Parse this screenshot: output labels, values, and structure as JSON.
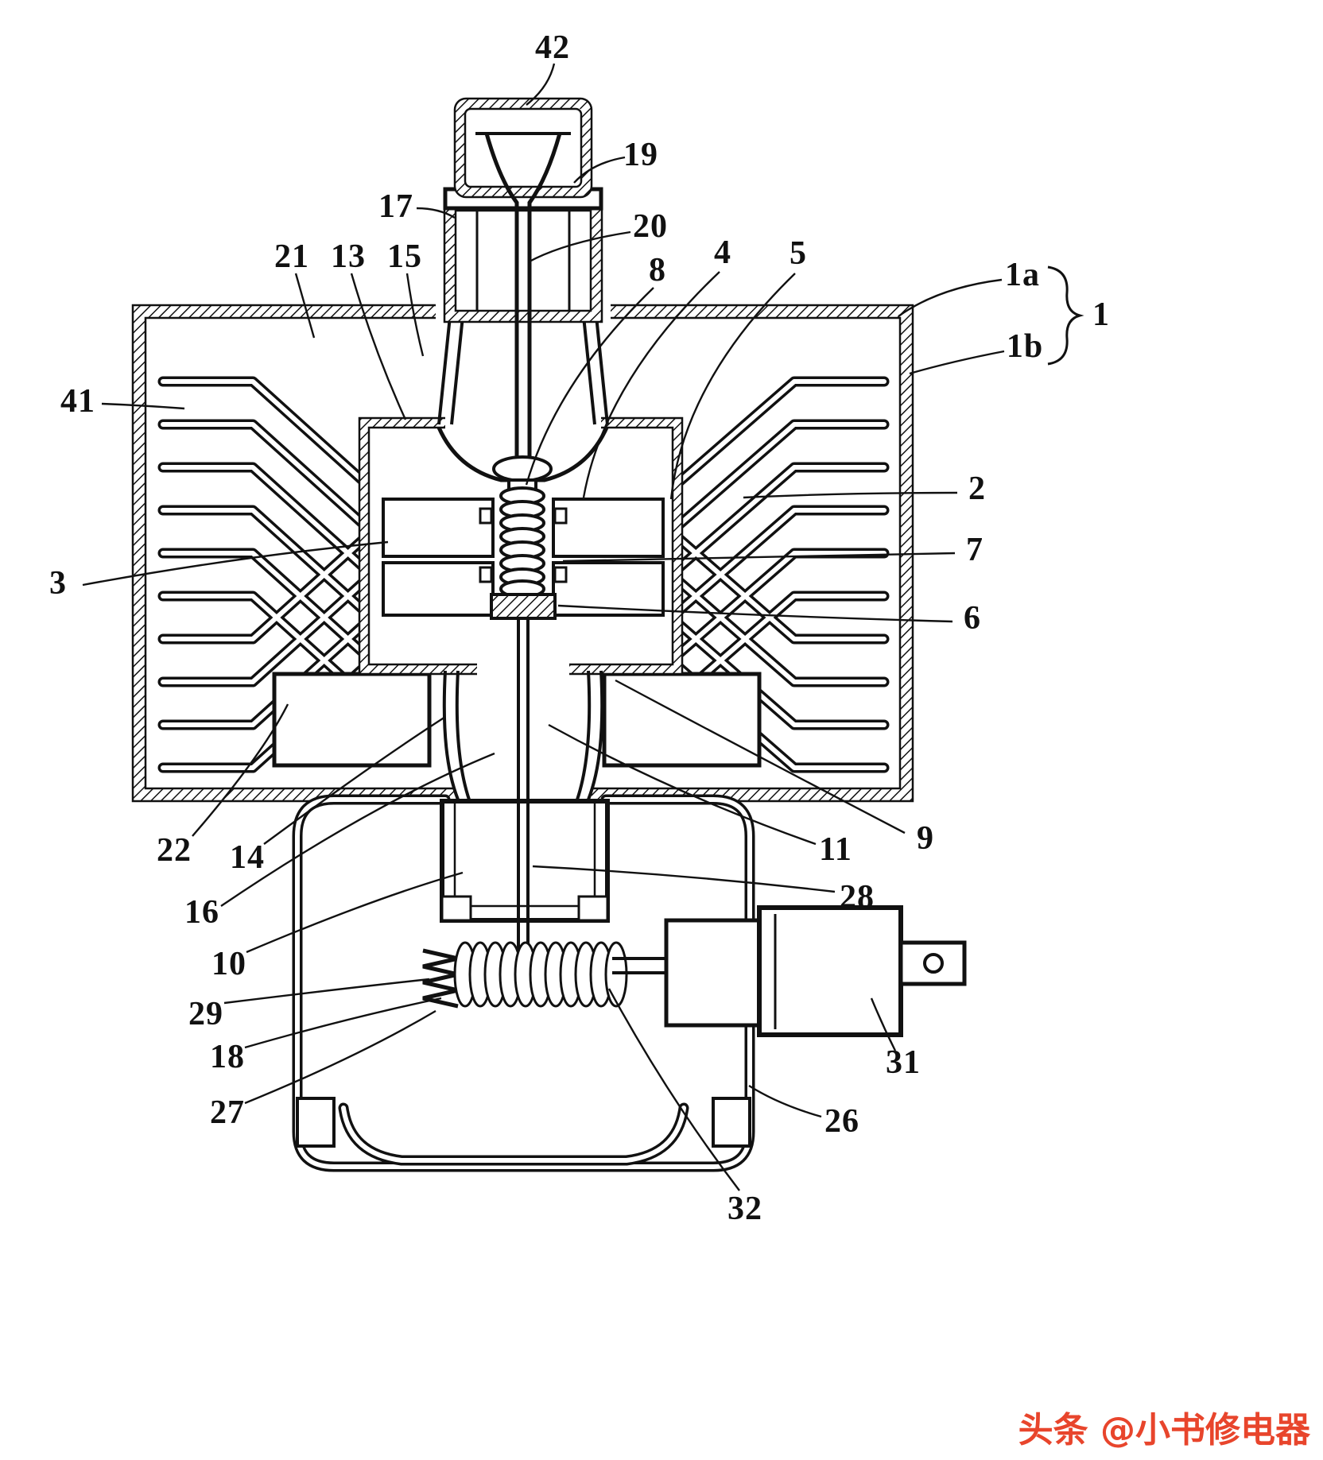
{
  "figure": {
    "line_color": "#111111",
    "background_color": "#ffffff"
  },
  "labels": [
    {
      "id": "42",
      "text": "42"
    },
    {
      "id": "19",
      "text": "19"
    },
    {
      "id": "17",
      "text": "17"
    },
    {
      "id": "20",
      "text": "20"
    },
    {
      "id": "21",
      "text": "21"
    },
    {
      "id": "13",
      "text": "13"
    },
    {
      "id": "15",
      "text": "15"
    },
    {
      "id": "8",
      "text": "8"
    },
    {
      "id": "4",
      "text": "4"
    },
    {
      "id": "5",
      "text": "5"
    },
    {
      "id": "1a",
      "text": "1a"
    },
    {
      "id": "1",
      "text": "1"
    },
    {
      "id": "1b",
      "text": "1b"
    },
    {
      "id": "41",
      "text": "41"
    },
    {
      "id": "2",
      "text": "2"
    },
    {
      "id": "7",
      "text": "7"
    },
    {
      "id": "3",
      "text": "3"
    },
    {
      "id": "6",
      "text": "6"
    },
    {
      "id": "22",
      "text": "22"
    },
    {
      "id": "14",
      "text": "14"
    },
    {
      "id": "16",
      "text": "16"
    },
    {
      "id": "10",
      "text": "10"
    },
    {
      "id": "29",
      "text": "29"
    },
    {
      "id": "18",
      "text": "18"
    },
    {
      "id": "27",
      "text": "27"
    },
    {
      "id": "11",
      "text": "11"
    },
    {
      "id": "9",
      "text": "9"
    },
    {
      "id": "28",
      "text": "28"
    },
    {
      "id": "31",
      "text": "31"
    },
    {
      "id": "26",
      "text": "26"
    },
    {
      "id": "32",
      "text": "32"
    }
  ],
  "watermark": {
    "text": "头条 @小书修电器",
    "color": "#e8452c"
  }
}
